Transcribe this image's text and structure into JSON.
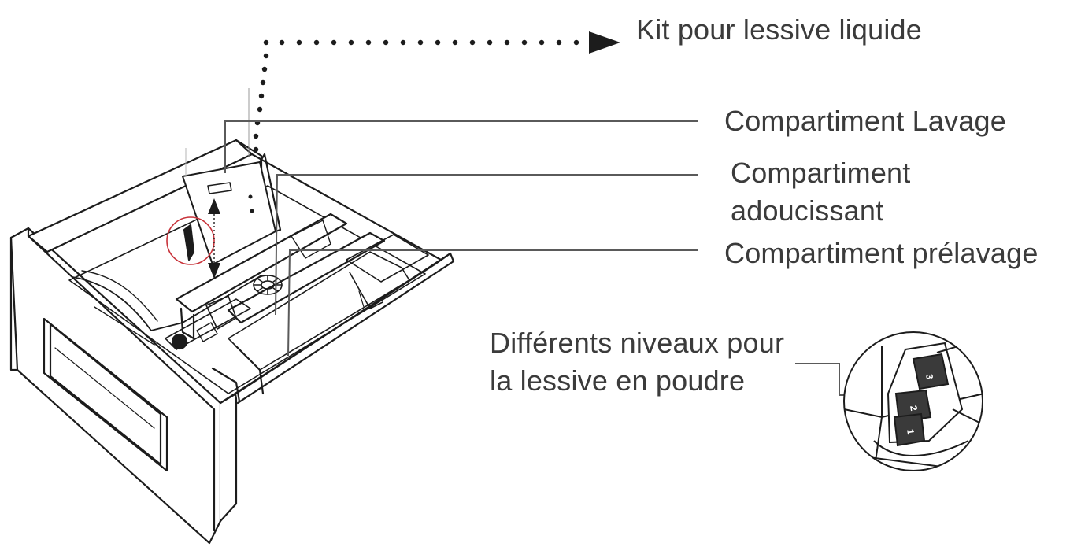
{
  "labels": {
    "liquid_kit": "Kit pour lessive liquide",
    "wash": "Compartiment Lavage",
    "softener_line1": "Compartiment",
    "softener_line2": "adoucissant",
    "prewash": "Compartiment prélavage",
    "levels_line1": "Différents niveaux pour",
    "levels_line2": "la lessive en poudre"
  },
  "inset_markings": [
    "3",
    "2",
    "1"
  ],
  "icons": {
    "pointer": "arrow-right-icon",
    "adjust": "up-down-arrow-icon"
  },
  "colors": {
    "line": "#1c1c1c",
    "leader": "#5a5a5a",
    "highlight": "#c8333a",
    "text": "#3b3b3b"
  }
}
